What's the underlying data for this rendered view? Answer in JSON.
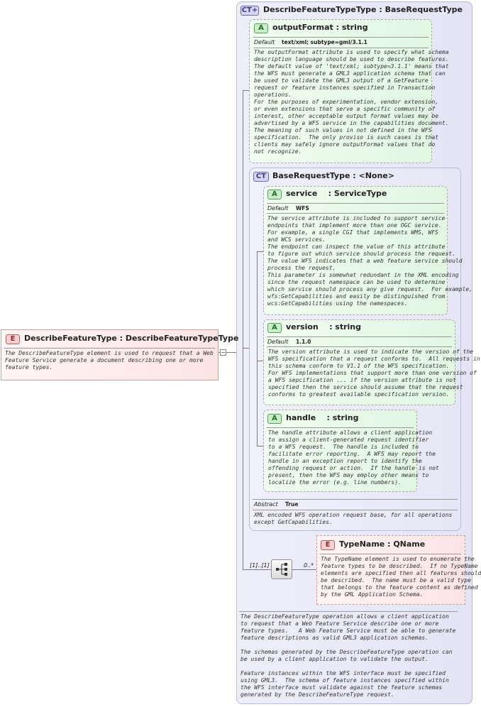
{
  "main_type": {
    "badge": "CT",
    "title": "DescribeFeatureTypeType : BaseRequestType",
    "doc": "The DescribeFeatureType operation allows a client application\nto request that a Web Feature Service describe one or more\nfeature types.   A Web Feature Service must be able to generate\nfeature descriptions as valid GML3 application schemas.\n\nThe schemas generated by the DescribeFeatureType operation can\nbe used by a client application to validate the output.\n\nFeature instances within the WFS interface must be specified\nusing GML3.  The schema of feature instances specified within\nthe WFS interface must validate against the feature schemas\ngenerated by the DescribeFeatureType request."
  },
  "output_format": {
    "badge": "A",
    "title": "outputFormat : string",
    "default_label": "Default",
    "default_value": "text/xml; subtype=gml/3.1.1",
    "doc": "The outputFormat attribute is used to specify what schema\ndescription language should be used to describe features.\nThe default value of 'text/xml; subtype=3.1.1' means that\nthe WFS must generate a GML3 application schema that can\nbe used to validate the GML3 output of a GetFeature\nrequest or feature instances specified in Transaction\noperations.\nFor the purposes of experimentation, vendor extension,\nor even extensions that serve a specific community of\ninterest, other acceptable output format values may be\nadvertised by a WFS service in the capabilities document.\nThe meaning of such values in not defined in the WFS\nspecification.  The only proviso is such cases is that\nclients may safely ignore outputFormat values that do\nnot recognize."
  },
  "base_request": {
    "badge": "CT",
    "title": "BaseRequestType : <None>",
    "abstract_label": "Abstract",
    "abstract_value": "True",
    "doc": "XML encoded WFS operation request base, for all operations\nexcept GetCapabilities."
  },
  "service": {
    "badge": "A",
    "title": "service    : ServiceType",
    "default_label": "Default",
    "default_value": "WFS",
    "doc": "The service attribute is included to support service\nendpoints that implement more than one OGC service.\nFor example, a single CGI that implements WMS, WFS\nand WCS services.\nThe endpoint can inspect the value of this attribute\nto figure out which service should process the request.\nThe value WFS indicates that a web feature service should\nprocess the request.\nThis parameter is somewhat redundant in the XML encoding\nsince the request namespace can be used to determine\nwhich service should process any give request.  For example,\nwfs:GetCapabilities and easily be distinguished from\nwcs:GetCapabilities using the namespaces."
  },
  "version": {
    "badge": "A",
    "title": "version    : string",
    "default_label": "Default",
    "default_value": "1.1.0",
    "doc": "The version attribute is used to indicate the version of the\nWFS specification that a request conforms to.  All requests in\nthis schema conform to V1.1 of the WFS specification.\nFor WFS implementations that support more than one version of\na WFS sepcification ... if the version attribute is not\nspecified then the service should assume that the request\nconforms to greatest available specification version."
  },
  "handle": {
    "badge": "A",
    "title": "handle    : string",
    "doc": "The handle attribute allows a client application\nto assign a client-generated request identifier\nto a WFS request.  The handle is included to\nfacilitate error reporting.  A WFS may report the\nhandle in an exception report to identify the\noffending request or action.  If the handle is not\npresent, then the WFS may employ other means to\nlocalize the error (e.g. line numbers)."
  },
  "sequence": {
    "occurs": "[1]..[1]",
    "child_occurs": "0..*"
  },
  "type_name": {
    "badge": "E",
    "title": "TypeName : QName",
    "doc": "The TypeName element is used to enumerate the\nfeature types to be described.  If no TypeName\nelements are specified then all features should\nbe described.  The name must be a valid type\nthat belongs to the feature content as defined\nby the GML Application Schema."
  },
  "root_element": {
    "badge": "E",
    "title": "DescribeFeatureType : DescribeFeatureTypeType",
    "doc": "The DescribeFeatureType element is used to request that a Web\nFeature Service generate a document describing one or more\nfeature types.",
    "collapse_symbol": "−"
  }
}
